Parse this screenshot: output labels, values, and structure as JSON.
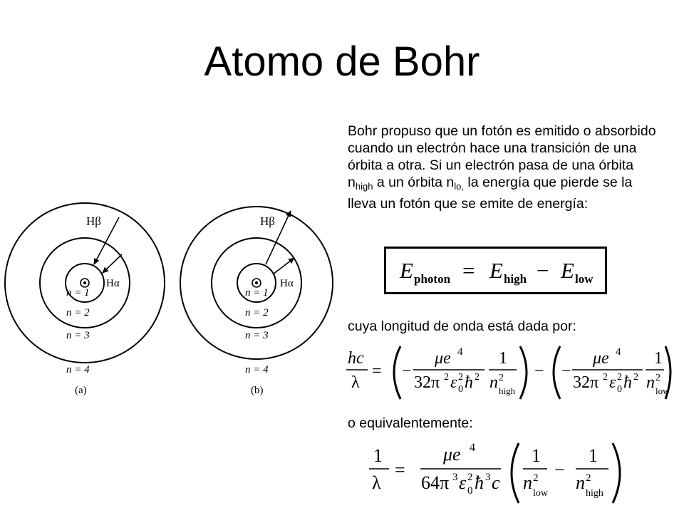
{
  "slide": {
    "title": "Atomo de Bohr",
    "para_a": "Bohr propuso que un fotón es emitido o absorbido cuando un electrón hace una transición de una órbita a otra. Si un electrón pasa de una órbita n",
    "sub_high": "high",
    "para_b": " a un órbita n",
    "sub_lo": "lo,",
    "para_c": " la energía que pierde se la lleva un fotón que se emite de energía:",
    "text2": "cuya longitud de onda está dada por:",
    "text3": "o equivalentemente:"
  },
  "diagram": {
    "a": {
      "n1": "n = 1",
      "n2": "n = 2",
      "n3": "n = 3",
      "n4": "n = 4",
      "hbeta": "Hβ",
      "halpha": "Hα",
      "caption": "(a)"
    },
    "b": {
      "n1": "n = 1",
      "n2": "n = 2",
      "n3": "n = 3",
      "n4": "n = 4",
      "hbeta": "Hβ",
      "halpha": "Hα",
      "caption": "(b)"
    }
  },
  "eq1": {
    "E": "E",
    "photon": "photon",
    "eq": "=",
    "E2": "E",
    "high": "high",
    "minus": "−",
    "E3": "E",
    "low": "low"
  },
  "eq2": {
    "hc": "hc",
    "lambda": "λ",
    "eq": "=",
    "num1": "μe",
    "exp4": "4",
    "den1": "32π",
    "sq": "2",
    "eps": "ε",
    "zero": "0",
    "hbar": "ħ",
    "one": "1",
    "n": "n",
    "high": "high",
    "low": "low",
    "minus": "−",
    "neg": "−"
  },
  "eq3": {
    "one": "1",
    "lambda": "λ",
    "eq": "=",
    "num": "μe",
    "exp4": "4",
    "den": "64π",
    "cube": "3",
    "eps": "ε",
    "zero": "0",
    "sq": "2",
    "hbar": "ħ",
    "c": "c",
    "n": "n",
    "low": "low",
    "high": "high",
    "minus": "−"
  }
}
